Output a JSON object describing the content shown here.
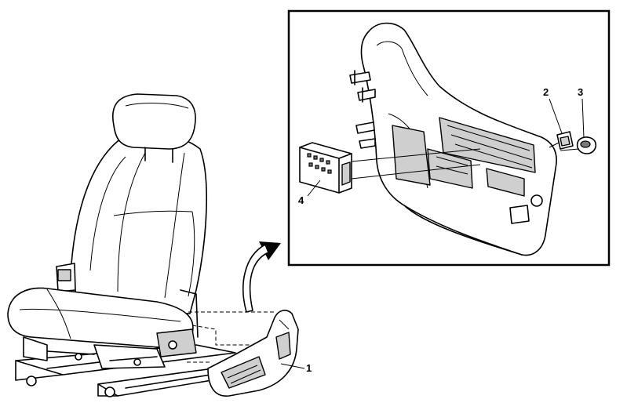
{
  "callouts": [
    {
      "id": "1",
      "label": "1"
    },
    {
      "id": "2",
      "label": "2"
    },
    {
      "id": "3",
      "label": "3"
    },
    {
      "id": "4",
      "label": "4"
    }
  ],
  "colors": {
    "line": "#000000",
    "background": "#ffffff",
    "shading": "#cfcfcf"
  }
}
